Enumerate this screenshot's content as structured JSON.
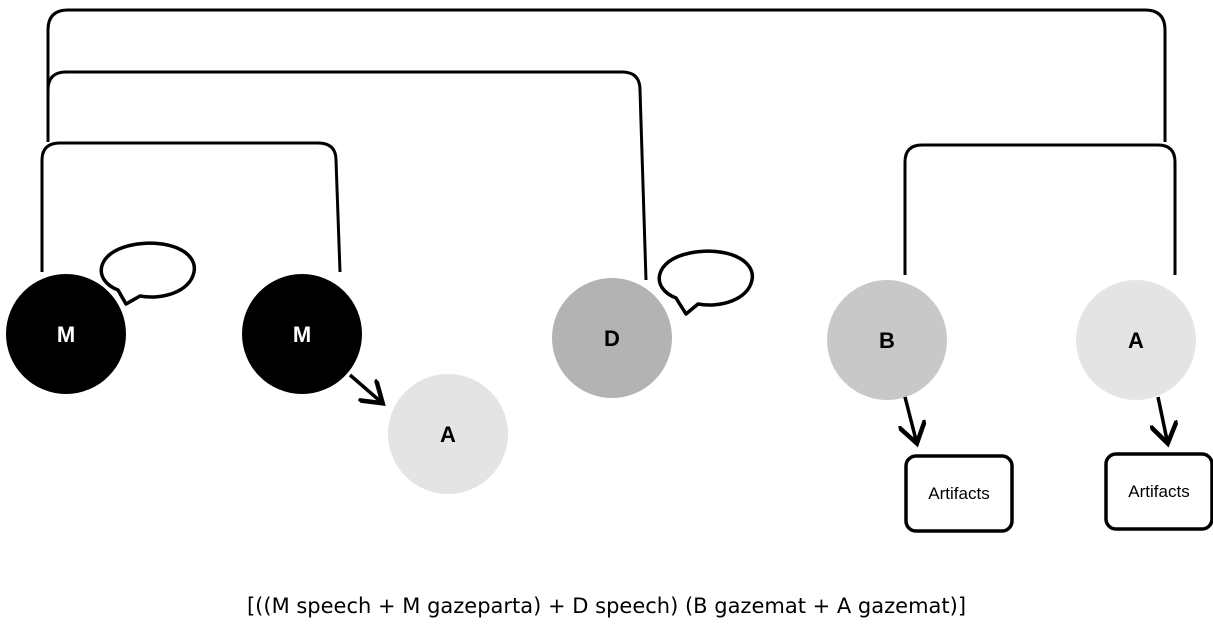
{
  "nodes": [
    {
      "id": "m1",
      "label": "M",
      "fill": "#000000",
      "text_color": "#ffffff"
    },
    {
      "id": "m2",
      "label": "M",
      "fill": "#000000",
      "text_color": "#ffffff"
    },
    {
      "id": "a1",
      "label": "A",
      "fill": "#e4e4e4",
      "text_color": "#000000"
    },
    {
      "id": "d",
      "label": "D",
      "fill": "#b3b3b3",
      "text_color": "#000000"
    },
    {
      "id": "b",
      "label": "B",
      "fill": "#c8c8c8",
      "text_color": "#000000"
    },
    {
      "id": "a2",
      "label": "A",
      "fill": "#e4e4e4",
      "text_color": "#000000"
    }
  ],
  "artifacts": [
    {
      "id": "artifacts-b",
      "label": "Artifacts"
    },
    {
      "id": "artifacts-a",
      "label": "Artifacts"
    }
  ],
  "speech_bubbles": [
    "m1",
    "d"
  ],
  "gaze_arrows": [
    {
      "from": "m2",
      "to": "a1"
    },
    {
      "from": "b",
      "to": "artifacts-b"
    },
    {
      "from": "a2",
      "to": "artifacts-a"
    }
  ],
  "groupings": [
    {
      "members": [
        "m1",
        "m2"
      ]
    },
    {
      "members": [
        "m1-m2",
        "d"
      ]
    },
    {
      "members": [
        "b",
        "a2"
      ]
    },
    {
      "members": [
        "all-left",
        "b-a2"
      ]
    }
  ],
  "formula": "[((M speech + M gazeparta) + D speech) (B gazemat + A gazemat)]"
}
